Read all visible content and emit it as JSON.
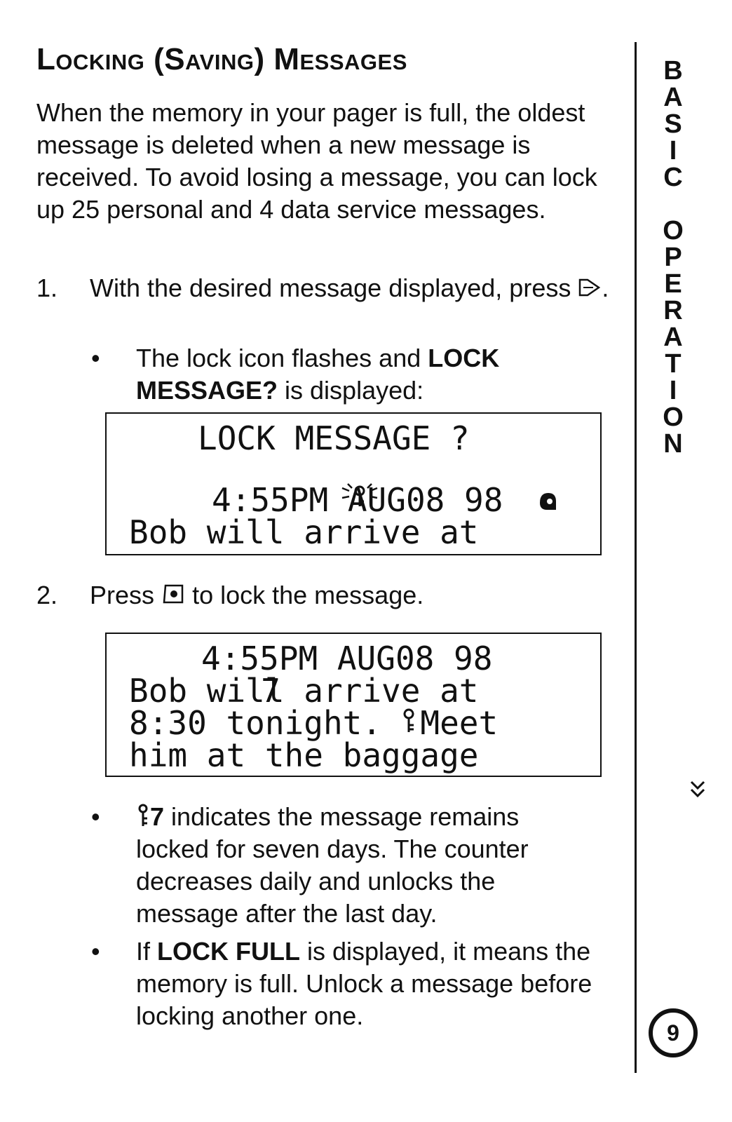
{
  "title": "Locking (Saving) Messages",
  "intro": "When the memory in your pager is full, the oldest message is deleted when a new message is received. To avoid losing a message, you can lock up 25 personal and 4 data service messages.",
  "step1": {
    "num": "1.",
    "text": "With the desired message displayed, press",
    "bullet": {
      "pre": "The lock icon flashes and ",
      "bold": "LOCK MESSAGE?",
      "post": " is displayed:"
    }
  },
  "lcd1": {
    "line1": "LOCK MESSAGE ?",
    "line3": "4:55PM AUG08 98",
    "line4": "Bob will arrive at"
  },
  "step2": {
    "num": "2.",
    "pre": "Press",
    "post": "to lock the message."
  },
  "lcd2": {
    "line1_counter": "7",
    "line1": "4:55PM AUG08 98",
    "line2": "Bob will arrive at",
    "line3": "8:30 tonight.  Meet",
    "line4": "him at the baggage"
  },
  "bullet_a": {
    "counter": "7",
    "text": "indicates the message remains locked for seven days. The counter decreases daily and unlocks the message after the last day."
  },
  "bullet_b": {
    "pre": "If ",
    "bold": "LOCK FULL",
    "post": " is displayed, it means the memory is full. Unlock a message before locking another one."
  },
  "sidebar": {
    "letters": [
      "B",
      "A",
      "S",
      "I",
      "C",
      "",
      "O",
      "P",
      "E",
      "R",
      "A",
      "T",
      "I",
      "O",
      "N"
    ],
    "page_number": "9"
  },
  "icons": [
    "right-button-icon",
    "select-button-icon",
    "lock-flashing-icon",
    "pager-alert-icon",
    "lock-icon",
    "scroll-down-icon"
  ]
}
